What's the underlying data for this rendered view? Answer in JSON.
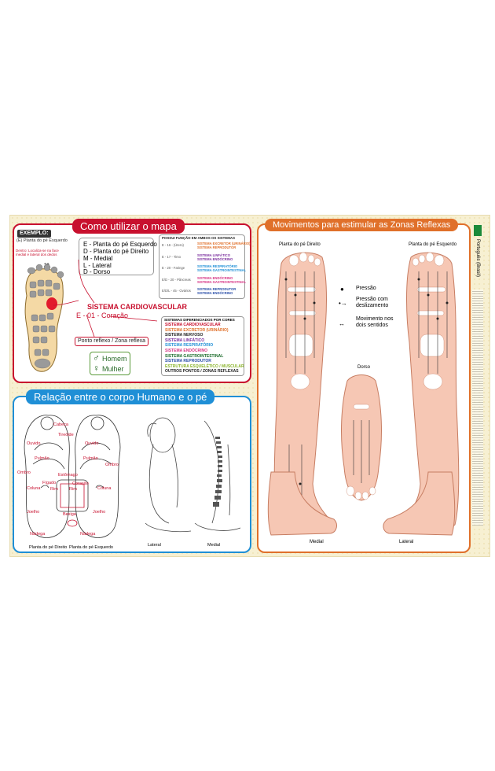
{
  "panel_usage": {
    "title": "Como utilizar o mapa",
    "example": "EXEMPLO:",
    "foot_caption": "(E) Planta do pé Esquerdo",
    "dentro_note": "Dentro: Localiza-se na face medial e lateral dos dedos",
    "legend": [
      "E - Planta do pé Esquerdo",
      "D - Planta do pé Direito",
      "M - Medial",
      "L - Lateral",
      "D - Dorso"
    ],
    "both_systems_header": "POSSUI FUNÇÃO EM AMBOS OS SISTEMAS",
    "both_systems": [
      {
        "code": "E - 16 - (Útero)",
        "systems": [
          "SISTEMA EXCRETOR (URINÁRIO)",
          "SISTEMA REPRODUTOR"
        ]
      },
      {
        "code": "E - 17 - Timo",
        "systems": [
          "SISTEMA LINFÁTICO",
          "SISTEMA ENDÓCRINO"
        ]
      },
      {
        "code": "E - 20 - Faringe",
        "systems": [
          "SISTEMA RESPIRATÓRIO",
          "SISTEMA GASTROINTESTINAL"
        ]
      },
      {
        "code": "E/D - 20 - Pâncreas",
        "systems": [
          "SISTEMA ENDÓCRINO",
          "SISTEMA GASTROINTESTINAL"
        ]
      },
      {
        "code": "E/D/L - 45 - Ovários",
        "systems": [
          "SISTEMA REPRODUTOR",
          "SISTEMA ENDÓCRINO"
        ]
      }
    ],
    "system_example": "SISTEMA CARDIOVASCULAR",
    "point_example": "E - 01 - Coração",
    "point_label": "Ponto reflexo / Zona reflexa",
    "foot_number": "20",
    "colors_header": "SISTEMAS DIFERENCIADOS POR CORES",
    "systems": [
      {
        "name": "SISTEMA CARDIOVASCULAR",
        "color": "#c8102e"
      },
      {
        "name": "SISTEMA EXCRETOR (URINÁRIO)",
        "color": "#e0702a"
      },
      {
        "name": "SISTEMA NERVOSO",
        "color": "#222222"
      },
      {
        "name": "SISTEMA LINFÁTICO",
        "color": "#7a2e9e"
      },
      {
        "name": "SISTEMA RESPIRATÓRIO",
        "color": "#1f8fd6"
      },
      {
        "name": "SISTEMA ENDÓCRINO",
        "color": "#d63384"
      },
      {
        "name": "SISTEMA GASTROINTESTINAL",
        "color": "#1a6b2a"
      },
      {
        "name": "SISTEMA REPRODUTOR",
        "color": "#2a4ea8"
      },
      {
        "name": "ESTRUTURA ESQUELÉTICO / MUSCULAR",
        "color": "#8ab32a"
      },
      {
        "name": "OUTROS PONTOS / ZONAS REFLEXAS",
        "color": "#222222"
      }
    ],
    "homem": "Homem",
    "mulher": "Mulher"
  },
  "panel_relation": {
    "title": "Relação entre o corpo Humano e o pé",
    "organs": [
      "Cabeça",
      "Tireóide",
      "Ouvido",
      "Ouvido",
      "Pulmão",
      "Pulmão",
      "Ombro",
      "Ombro",
      "Estômago",
      "Fígado",
      "Coração",
      "Rim",
      "Rim",
      "Coluna",
      "Coluna",
      "Joelho",
      "Joelho",
      "Bexiga",
      "Nádega",
      "Nádega"
    ],
    "caption_right": "Planta do pé Direito",
    "caption_left": "Planta do pé Esquerdo",
    "lateral": "Lateral",
    "medial": "Medial"
  },
  "panel_movements": {
    "title": "Movimentos para estimular as Zonas Reflexas",
    "right_sole": "Planta do pé Direito",
    "left_sole": "Planta do pé Esquerdo",
    "legend": [
      "Pressão",
      "Pressão com deslizamento",
      "Movimento nos dois sentidos"
    ],
    "dorso": "Dorso",
    "medial": "Medial",
    "lateral": "Lateral"
  },
  "sidebar": {
    "language": "Português (Brasil)"
  },
  "colors": {
    "red_frame": "#c8102e",
    "blue_frame": "#1f8fd6",
    "orange_frame": "#e0702a",
    "cream": "#f7f0d2",
    "skin": "#f6c7b4"
  }
}
